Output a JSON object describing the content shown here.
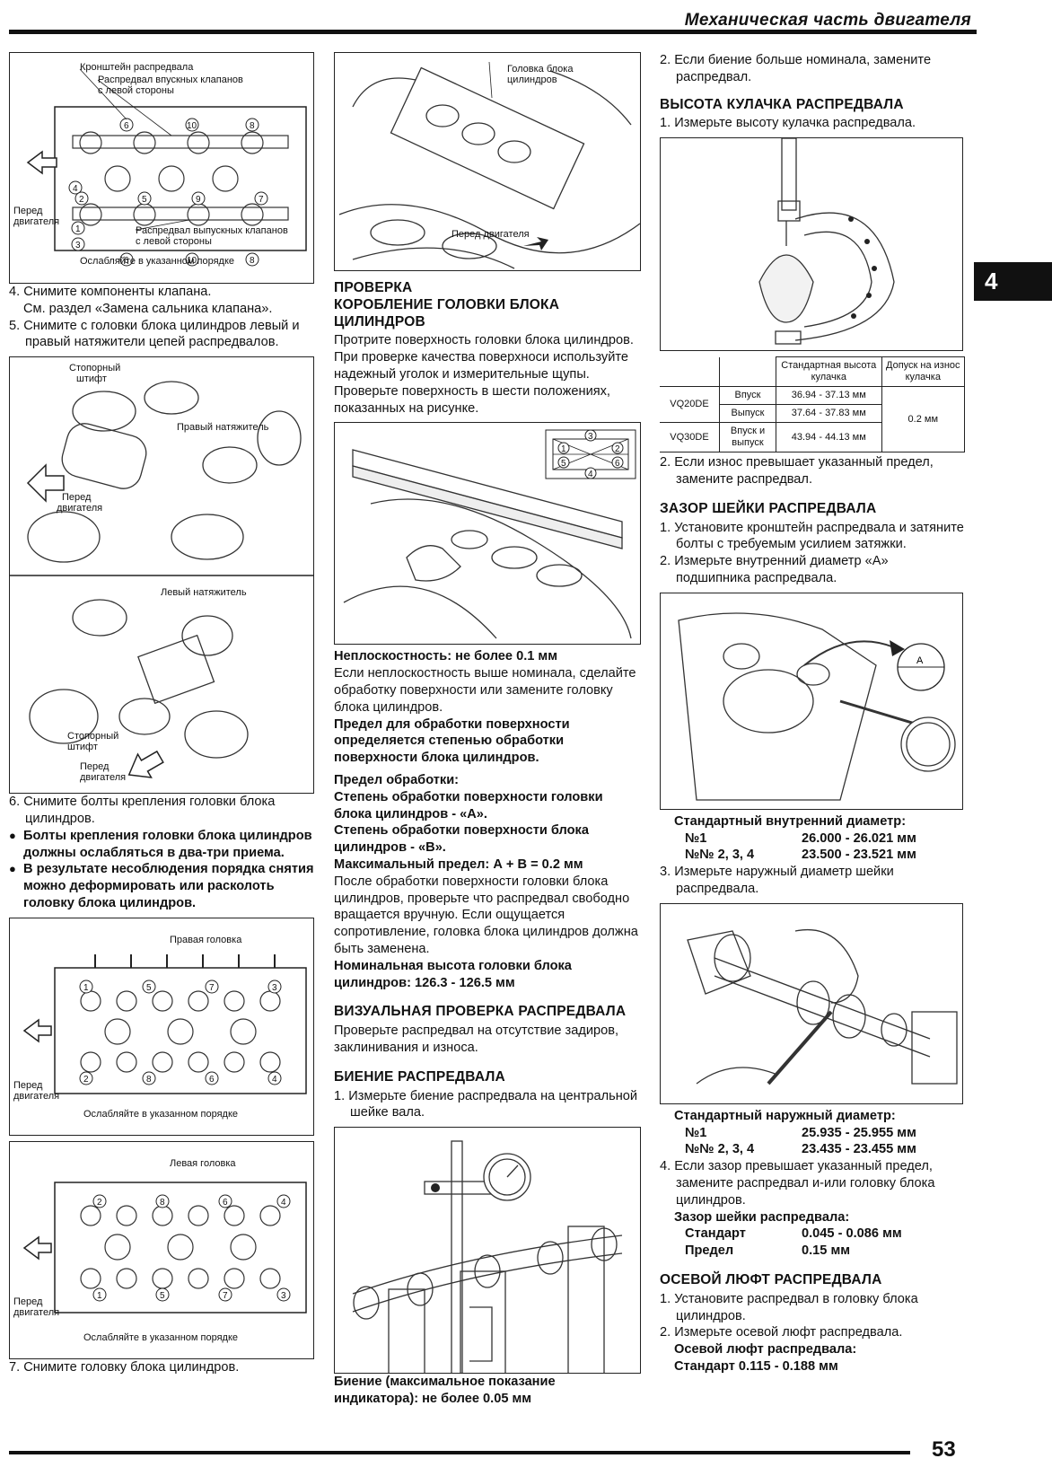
{
  "header": {
    "title": "Механическая часть двигателя",
    "tab": "4",
    "page_number": "53"
  },
  "col1": {
    "fig1": {
      "labels": [
        "Кронштейн распредвала",
        "Распредвал впускных клапанов",
        "с левой стороны",
        "Перед",
        "двигателя",
        "Распредвал выпускных клапанов",
        "с левой стороны",
        "Ослабляйте в указанном порядке"
      ],
      "numbers": [
        "6",
        "10",
        "8",
        "4",
        "2",
        "5",
        "9",
        "1",
        "3",
        "7",
        "6",
        "10",
        "8"
      ]
    },
    "step4": "4. Снимите компоненты клапана.",
    "step4b": "См. раздел «Замена сальника клапана».",
    "step5": "5. Снимите с головки блока цилиндров левый и правый натяжители цепей распредвалов.",
    "fig2": {
      "labels": [
        "Стопорный",
        "штифт",
        "Правый натяжитель",
        "Перед",
        "двигателя",
        "Левый натяжитель",
        "Стопорный",
        "штифт",
        "Перед",
        "двигателя"
      ]
    },
    "step6": "6. Снимите болты крепления головки блока цилиндров.",
    "bullet1": "Болты крепления головки блока цилиндров должны ослабляться в два-три приема.",
    "bullet2": "В результате несоблюдения порядка снятия можно деформировать или расколоть головку блока цилиндров.",
    "fig3": {
      "labels": [
        "Правая головка",
        "Перед",
        "двигателя",
        "Ослабляйте в указанном порядке"
      ],
      "numbers": [
        "1",
        "5",
        "7",
        "3",
        "2",
        "8",
        "6",
        "4"
      ]
    },
    "fig4": {
      "labels": [
        "Левая головка",
        "Перед",
        "двигателя",
        "Ослабляйте в указанном порядке"
      ],
      "numbers": [
        "2",
        "8",
        "6",
        "4",
        "1",
        "5",
        "7",
        "3"
      ]
    },
    "step7": "7. Снимите головку блока цилиндров."
  },
  "col2": {
    "fig5": {
      "labels": [
        "Головка блока",
        "цилиндров",
        "Перед двигателя"
      ]
    },
    "section": "ПРОВЕРКА",
    "h_warp": "КОРОБЛЕНИЕ ГОЛОВКИ БЛОКА ЦИЛИНДРОВ",
    "p1": "Протрите поверхность головки блока цилиндров.",
    "p2": "При проверке качества поверхноси используйте надежный уголок и измерительные щупы. Проверьте поверхность в шести положениях, показанных на рисунке.",
    "fig6": {
      "numbers": [
        "1",
        "3",
        "2",
        "5",
        "6",
        "4"
      ]
    },
    "flat": "Неплоскостность: не более 0.1 мм",
    "p3": "Если неплоскостность выше номинала, сделайте обработку поверхности или замените головку блока цилиндров.",
    "p4b": "Предел для обработки поверхности определяется степенью обработки поверхности блока цилиндров.",
    "lim1": "Предел обработки:",
    "lim2": "Степень обработки поверхности головки блока цилиндров - «А».",
    "lim3": "Степень обработки поверхности блока цилиндров - «В».",
    "lim4": "Максимальный предел: А + В = 0.2 мм",
    "p5": "После обработки поверхности головки блока цилиндров, проверьте что распредвал свободно вращается вручную. Если ощущается сопротивление, головка блока цилиндров должна быть заменена.",
    "nom": "Номинальная высота головки блока цилиндров: 126.3 - 126.5 мм",
    "h_vis": "ВИЗУАЛЬНАЯ ПРОВЕРКА РАСПРЕДВАЛА",
    "p6": "Проверьте распредвал на отсутствие задиров, заклинивания и износа.",
    "h_run": "БИЕНИЕ РАСПРЕДВАЛА",
    "run1": "1. Измерьте биение распредвала на центральной шейке вала.",
    "run_spec": "Биение (максимальное показание индикатора): не более 0.05 мм"
  },
  "col3": {
    "run2": "2. Если биение больше номинала, замените распредвал.",
    "h_cam": "ВЫСОТА КУЛАЧКА РАСПРЕДВАЛА",
    "cam1": "1. Измерьте высоту кулачка распредвала.",
    "table": {
      "head": [
        "",
        "",
        "Стандартная высота кулачка",
        "Допуск на износ кулачка"
      ],
      "r1": [
        "VQ20DE",
        "Впуск",
        "36.94 - 37.13 мм",
        "0.2 мм"
      ],
      "r2": [
        "Выпуск",
        "37.64 - 37.83 мм"
      ],
      "r3": [
        "VQ30DE",
        "Впуск и выпуск",
        "43.94 - 44.13 мм"
      ]
    },
    "cam2": "2. Если износ превышает указанный предел, замените распредвал.",
    "h_gap": "ЗАЗОР ШЕЙКИ РАСПРЕДВАЛА",
    "gap1": "1. Установите кронштейн распредвала и затяните болты с требуемым усилием затяжки.",
    "gap2": "2. Измерьте внутренний диаметр «А» подшипника распредвала.",
    "fig_a": "A",
    "inner_h": "Стандартный внутренний диаметр:",
    "inner1_k": "№1",
    "inner1_v": "26.000 - 26.021 мм",
    "inner2_k": "№№ 2, 3, 4",
    "inner2_v": "23.500 - 23.521 мм",
    "gap3": "3. Измерьте наружный диаметр шейки распредвала.",
    "outer_h": "Стандартный наружный диаметр:",
    "outer1_k": "№1",
    "outer1_v": "25.935 - 25.955 мм",
    "outer2_k": "№№ 2, 3, 4",
    "outer2_v": "23.435 - 23.455 мм",
    "gap4": "4. Если зазор превышает указанный предел, замените распредвал и-или головку блока цилиндров.",
    "clr_h": "Зазор шейки распредвала:",
    "clr1_k": "Стандарт",
    "clr1_v": "0.045 - 0.086 мм",
    "clr2_k": "Предел",
    "clr2_v": "0.15 мм",
    "h_axial": "ОСЕВОЙ ЛЮФТ РАСПРЕДВАЛА",
    "ax1": "1. Установите распредвал в головку блока цилиндров.",
    "ax2": "2. Измерьте осевой люфт распредвала.",
    "ax_h": "Осевой люфт распредвала:",
    "ax_v": "Стандарт 0.115 - 0.188 мм"
  }
}
